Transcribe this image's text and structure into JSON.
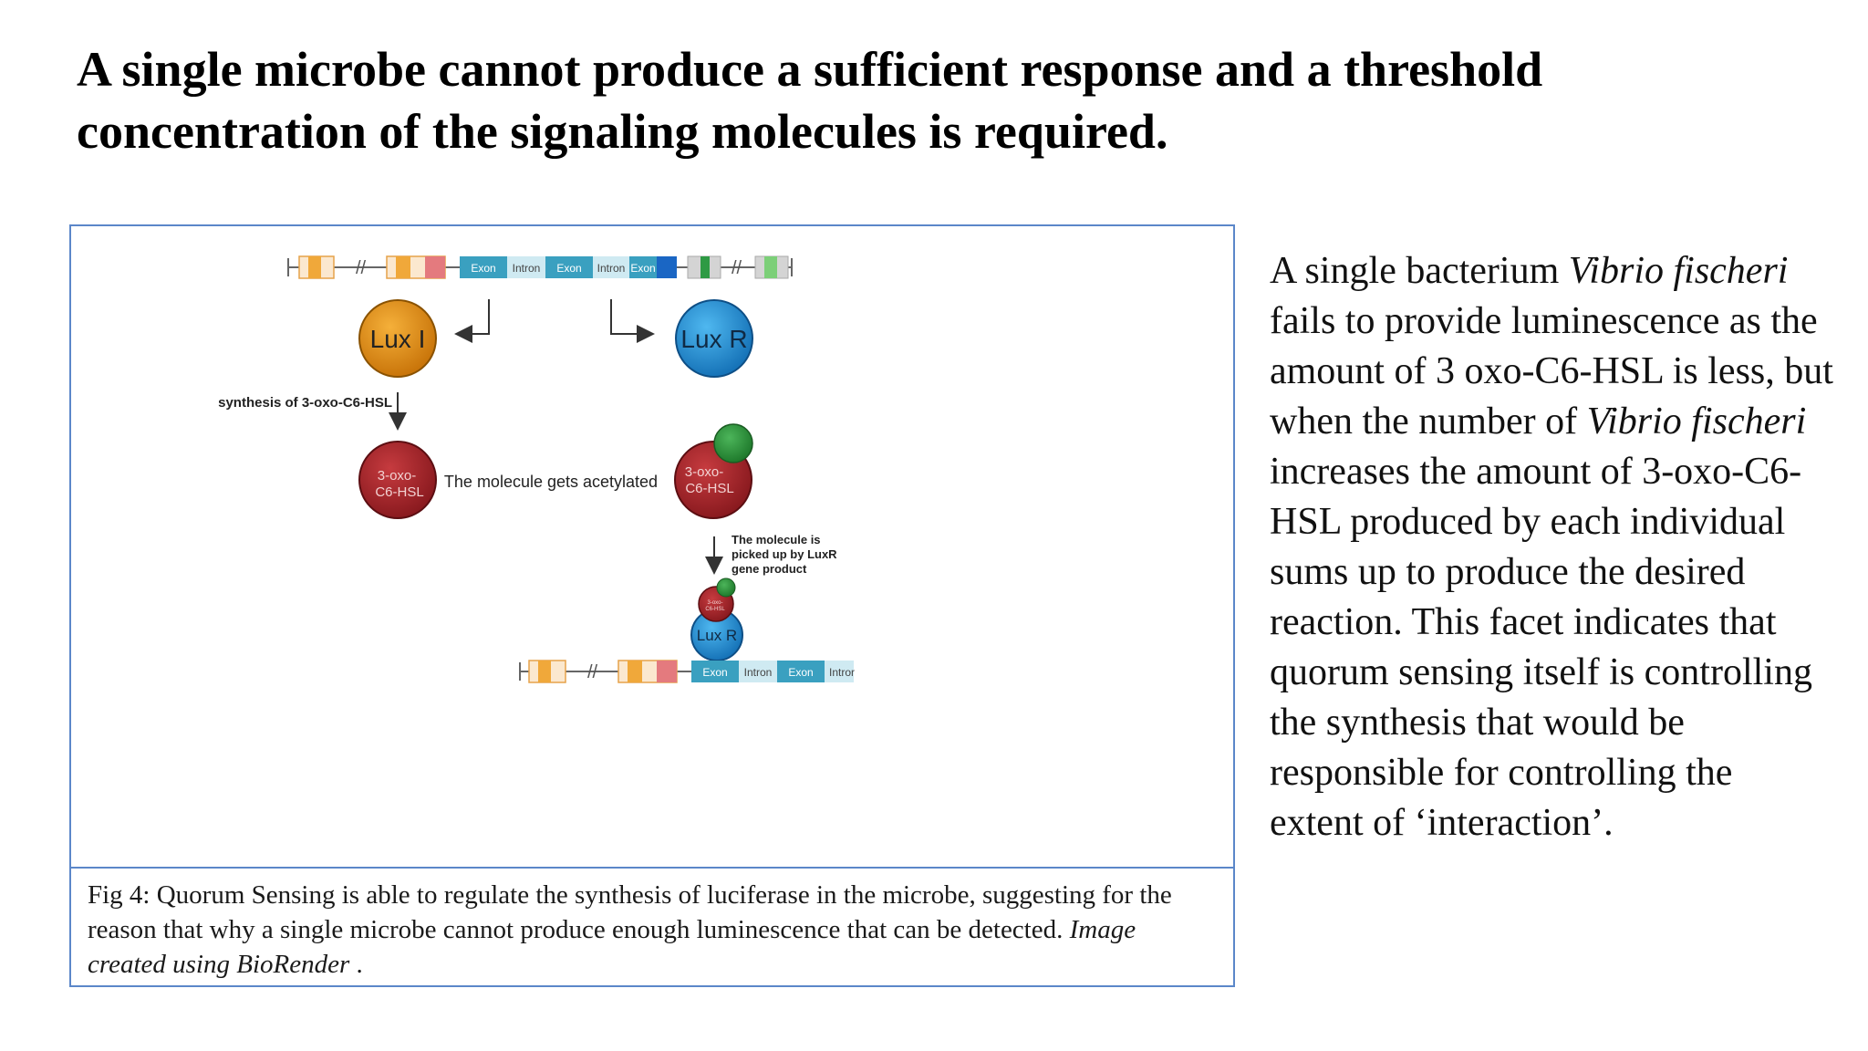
{
  "title": "A single microbe cannot produce a sufficient response and a threshold concentration of the signaling molecules is required.",
  "figure": {
    "gene_top": {
      "exon1": "Exon",
      "intron1": "Intron",
      "exon2": "Exon",
      "intron2": "Intron",
      "exon3": "Exon"
    },
    "luxi_label": "Lux I",
    "luxr_label": "Lux R",
    "synthesis_label": "synthesis of 3-oxo-C6-HSL",
    "molecule_line1": "3-oxo-",
    "molecule_line2": "C6-HSL",
    "acetylated_label": "The molecule gets acetylated",
    "acetyl_line1": "3-oxo-",
    "acetyl_line2": "C6-HSL",
    "pickup_line1": "The molecule is",
    "pickup_line2": "picked up by LuxR",
    "pickup_line3": "gene product",
    "small_line1": "3-oxo-",
    "small_line2": "C6-HSL",
    "complex_luxr": "Lux R",
    "gene_bottom": {
      "exon1": "Exon",
      "intron1": "Intron",
      "exon2": "Exon",
      "intron2": "Intror"
    }
  },
  "caption": {
    "text": "Fig 4: Quorum Sensing is able to regulate the synthesis of luciferase in the microbe, suggesting for the reason that why a single microbe cannot produce enough luminescence that can be detected.",
    "italic": "Image created using  BioRender",
    "end": " ."
  },
  "body": {
    "p1": "A single bacterium ",
    "i1": "Vibrio fischeri",
    "p2": " fails to provide luminescence as the amount of 3 oxo-C6-HSL is less, but when the number of ",
    "i2": "Vibrio fischeri",
    "p3": " increases the amount of 3-oxo-C6-HSL produced by each individual sums up to produce the desired reaction. This facet indicates that quorum sensing itself is controlling the synthesis that would be responsible for controlling the extent of ‘interaction’."
  },
  "colors": {
    "border": "#5b87c9",
    "luxi": "#e08a0c",
    "luxr": "#1e8fd8",
    "molecule": "#a8242a",
    "acetyl": "#2e8b3a",
    "exon": "#3aa0c0",
    "intron": "#cfeaf2"
  }
}
